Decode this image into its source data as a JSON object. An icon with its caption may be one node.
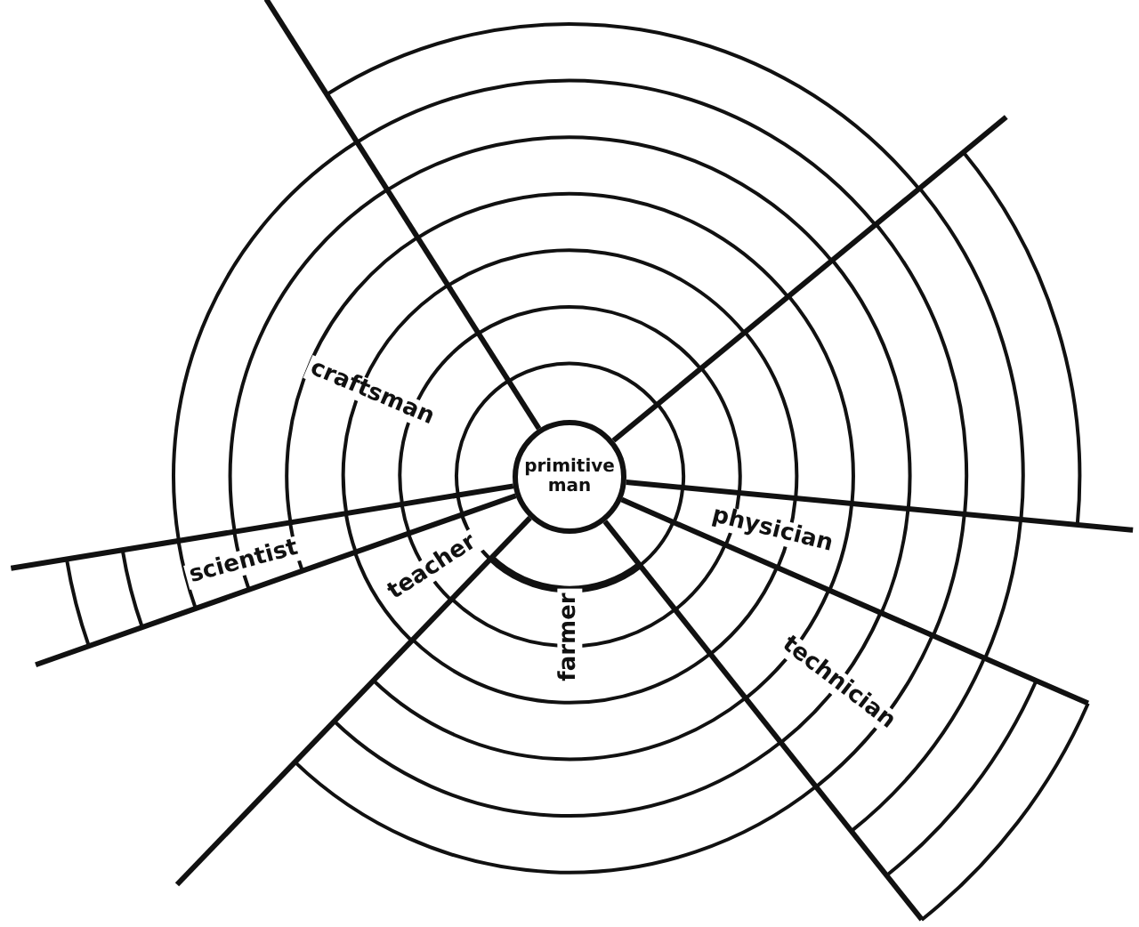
{
  "diagram": {
    "nodes": [
      {
        "text": [],
        "shape": "sector"
      },
      {
        "text": [
          "craftsman"
        ]
      },
      {
        "text": [],
        "shape": "sector"
      },
      {
        "text": [
          "primitive man"
        ]
      },
      {
        "text": [
          "physician"
        ]
      },
      {
        "text": [
          "scientist"
        ]
      },
      {
        "text": [
          "teacher"
        ]
      },
      {
        "text": [
          "technician"
        ]
      },
      {
        "text": [
          "farmer"
        ]
      }
    ]
  }
}
